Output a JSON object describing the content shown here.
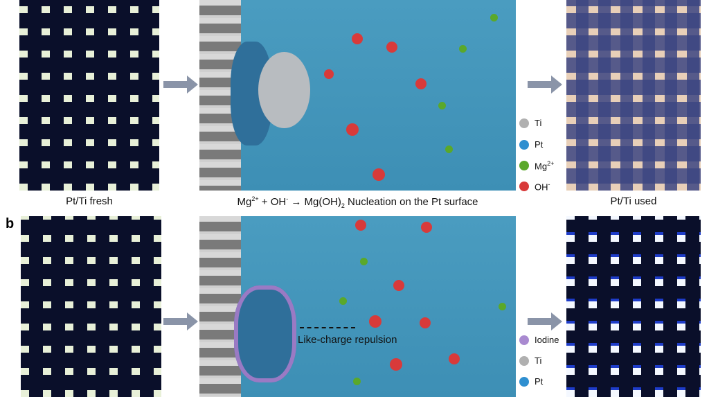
{
  "panel_a": {
    "left_caption": "Pt/Ti fresh",
    "right_caption": "Pt/Ti used",
    "center_caption": {
      "mg": "Mg",
      "mg_sup": "2+",
      "plus": " + OH",
      "oh_sup": "-",
      "arrow": " → Mg(OH)",
      "sub": "2",
      "rest": "  Nucleation on the Pt surface"
    },
    "legend": [
      {
        "label": "Ti",
        "sup": "",
        "color": "#b0b0b0"
      },
      {
        "label": "Pt",
        "sup": "",
        "color": "#2f8fd0"
      },
      {
        "label": "Mg",
        "sup": "2+",
        "color": "#5aa82a"
      },
      {
        "label": "OH",
        "sup": "-",
        "color": "#d83a3a"
      }
    ]
  },
  "panel_b": {
    "label": "b",
    "annotation": "Like-charge repulsion",
    "legend": [
      {
        "label": "Iodine",
        "color": "#a98ad0"
      },
      {
        "label": "Ti",
        "color": "#b0b0b0"
      },
      {
        "label": "Pt",
        "color": "#2f8fd0"
      }
    ]
  },
  "colors": {
    "water": "#4a9cc0",
    "arrow": "#8a94a8"
  }
}
